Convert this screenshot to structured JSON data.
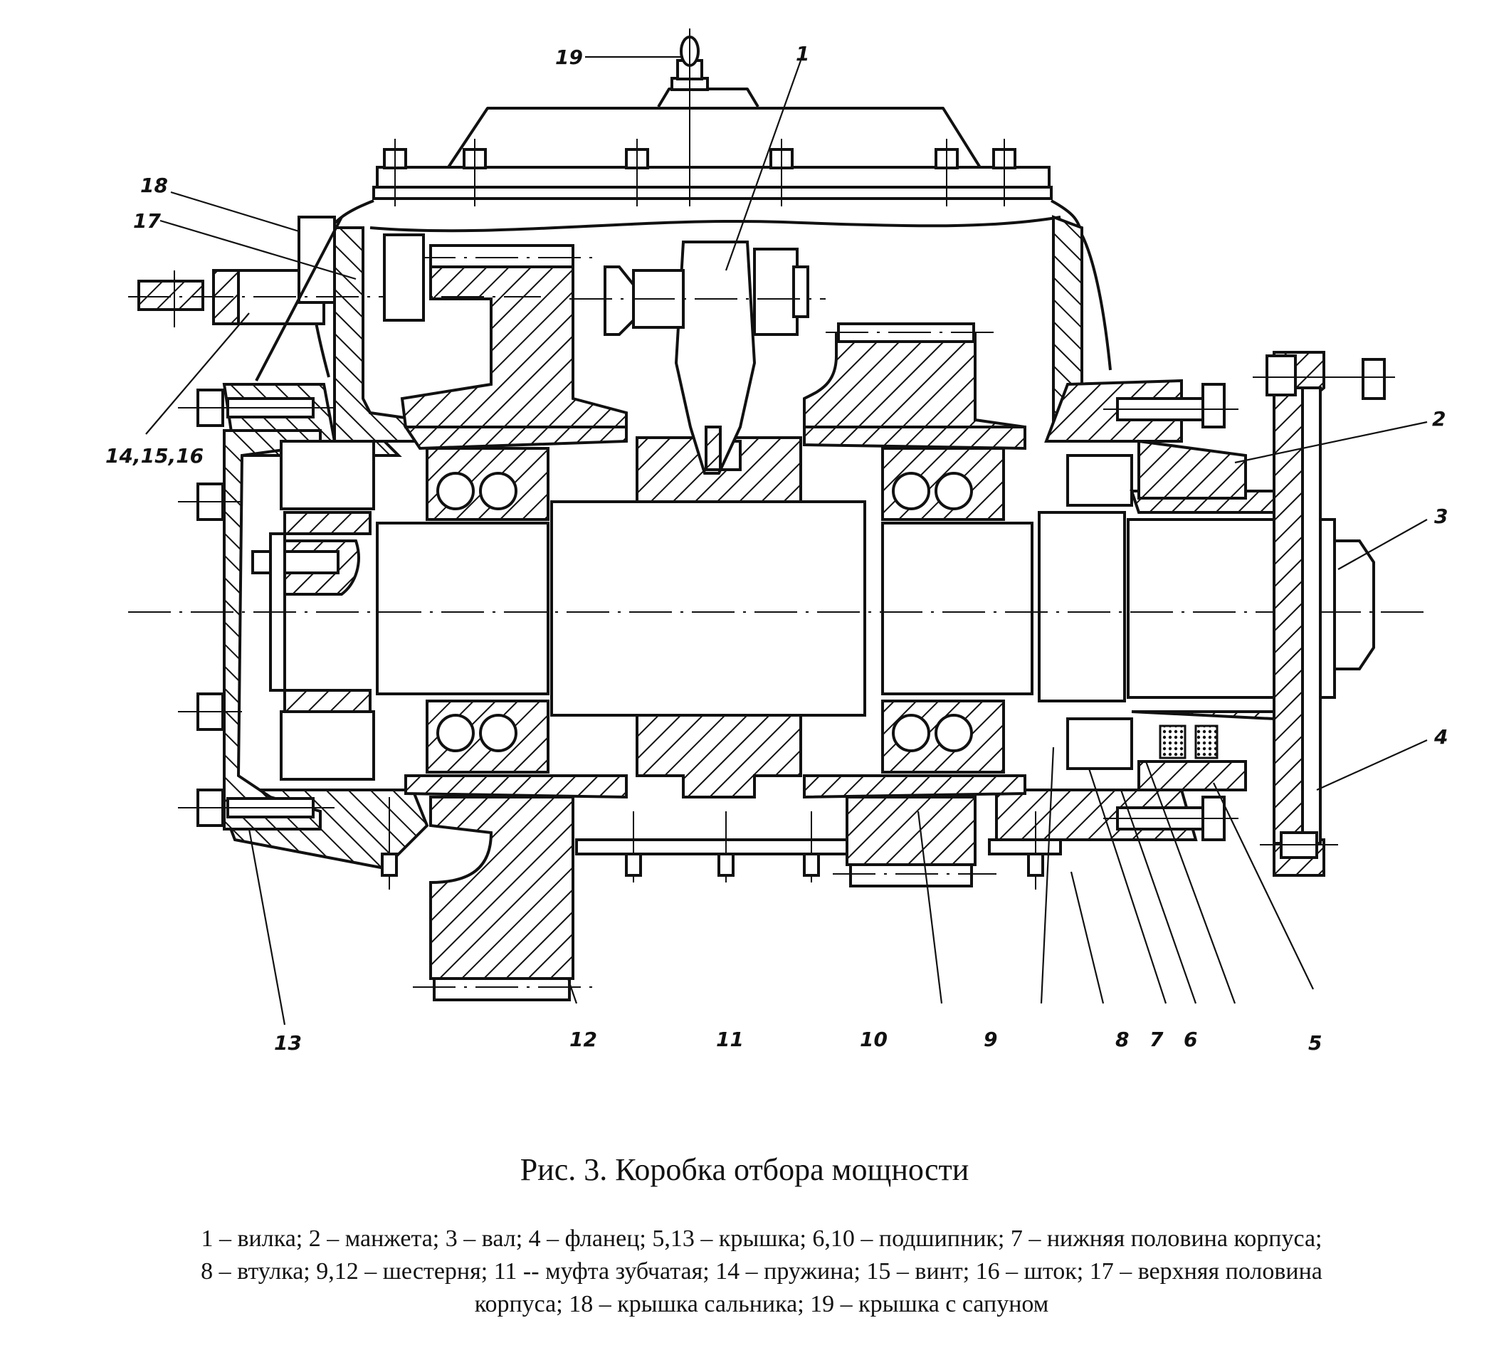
{
  "figure": {
    "title": "Рис. 3. Коробка отбора мощности",
    "legend_lines": [
      "1 – вилка;  2 – манжета;  3 – вал;  4 – фланец; 5,13 – крышка; 6,10 – подшипник; 7 – нижняя половина корпуса;",
      "8 – втулка; 9,12 – шестерня; 11 -- муфта зубчатая; 14 – пружина; 15 – винт; 16 – шток; 17 – верхняя половина",
      "корпуса; 18 – крышка сальника; 19 – крышка с сапуном"
    ]
  },
  "callouts": [
    {
      "id": "1",
      "text": "1"
    },
    {
      "id": "2",
      "text": "2"
    },
    {
      "id": "3",
      "text": "3"
    },
    {
      "id": "4",
      "text": "4"
    },
    {
      "id": "5",
      "text": "5"
    },
    {
      "id": "6",
      "text": "6"
    },
    {
      "id": "7",
      "text": "7"
    },
    {
      "id": "8",
      "text": "8"
    },
    {
      "id": "9",
      "text": "9"
    },
    {
      "id": "10",
      "text": "10"
    },
    {
      "id": "11",
      "text": "11"
    },
    {
      "id": "12",
      "text": "12"
    },
    {
      "id": "13",
      "text": "13"
    },
    {
      "id": "14-15-16",
      "text": "14,15,16"
    },
    {
      "id": "17",
      "text": "17"
    },
    {
      "id": "18",
      "text": "18"
    },
    {
      "id": "19",
      "text": "19"
    }
  ],
  "parts": [
    {
      "no": "1",
      "name": "вилка"
    },
    {
      "no": "2",
      "name": "манжета"
    },
    {
      "no": "3",
      "name": "вал"
    },
    {
      "no": "4",
      "name": "фланец"
    },
    {
      "no": "5,13",
      "name": "крышка"
    },
    {
      "no": "6,10",
      "name": "подшипник"
    },
    {
      "no": "7",
      "name": "нижняя половина корпуса"
    },
    {
      "no": "8",
      "name": "втулка"
    },
    {
      "no": "9,12",
      "name": "шестерня"
    },
    {
      "no": "11",
      "name": "муфта зубчатая"
    },
    {
      "no": "14",
      "name": "пружина"
    },
    {
      "no": "15",
      "name": "винт"
    },
    {
      "no": "16",
      "name": "шток"
    },
    {
      "no": "17",
      "name": "верхняя половина корпуса"
    },
    {
      "no": "18",
      "name": "крышка сальника"
    },
    {
      "no": "19",
      "name": "крышка с сапуном"
    }
  ]
}
